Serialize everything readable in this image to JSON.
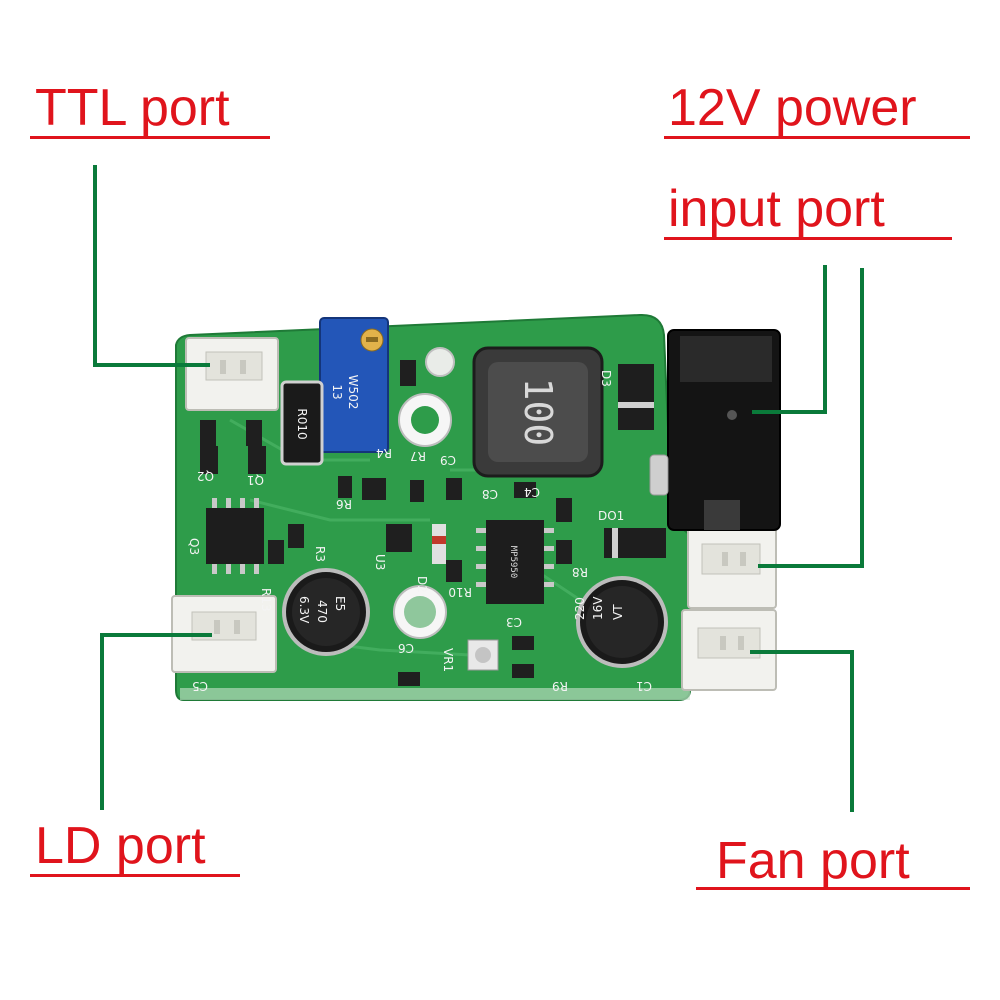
{
  "labels": {
    "ttl": "TTL port",
    "power_line1": "12V power",
    "power_line2": "input port",
    "ld": "LD port",
    "fan": "Fan port"
  },
  "components": {
    "resistor_r010": "R010",
    "trimpot_code": "W502",
    "trimpot_sub": "13",
    "inductor": "100",
    "cap_left_line1": "E5",
    "cap_left_line2": "470",
    "cap_left_line3": "6.3V",
    "cap_right_line1": "220",
    "cap_right_line2": "16V",
    "cap_right_line3": "VT",
    "chip_main": "MP5950",
    "do1": "DO1",
    "q1": "Q1",
    "q2": "Q2",
    "q3": "Q3",
    "r13": "R13",
    "r3": "R3",
    "r4": "R4",
    "r6": "R6",
    "r7": "R7",
    "r8": "R8",
    "r9": "R9",
    "r10": "R10",
    "d2": "D2",
    "d3": "D3",
    "u3": "U3",
    "c1": "C1",
    "c3": "C3",
    "c4": "C4",
    "c5": "C5",
    "c6": "C6",
    "c8": "C8",
    "c9": "C9",
    "vr1": "VR1"
  },
  "colors": {
    "label": "#e0141c",
    "leader": "#0a7a3a",
    "pcb": "#2e9c4a",
    "connector": "#f2f2ee"
  }
}
